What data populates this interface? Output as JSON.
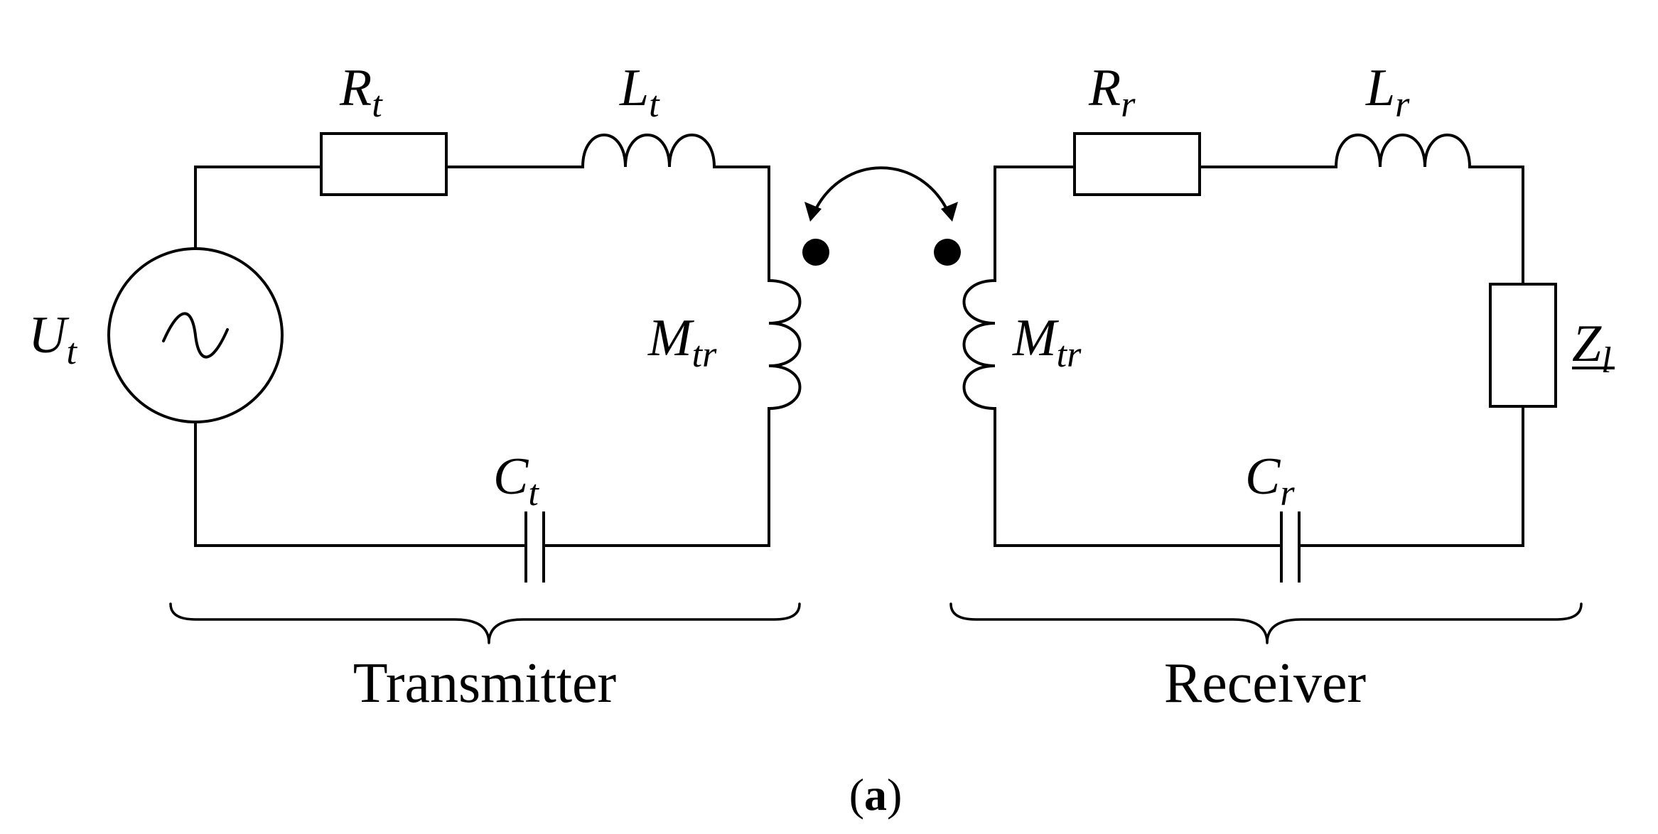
{
  "components": {
    "source": {
      "symbol": "U",
      "sub": "t"
    },
    "r_t": {
      "symbol": "R",
      "sub": "t"
    },
    "l_t": {
      "symbol": "L",
      "sub": "t"
    },
    "m_tr_left": {
      "symbol": "M",
      "sub": "tr"
    },
    "c_t": {
      "symbol": "C",
      "sub": "t"
    },
    "r_r": {
      "symbol": "R",
      "sub": "r"
    },
    "l_r": {
      "symbol": "L",
      "sub": "r"
    },
    "m_tr_right": {
      "symbol": "M",
      "sub": "tr"
    },
    "z_l": {
      "symbol": "Z",
      "sub": "l"
    },
    "c_r": {
      "symbol": "C",
      "sub": "r"
    }
  },
  "sections": {
    "transmitter": "Transmitter",
    "receiver": "Receiver"
  },
  "caption": {
    "open": "(",
    "letter": "a",
    "close": ")"
  }
}
